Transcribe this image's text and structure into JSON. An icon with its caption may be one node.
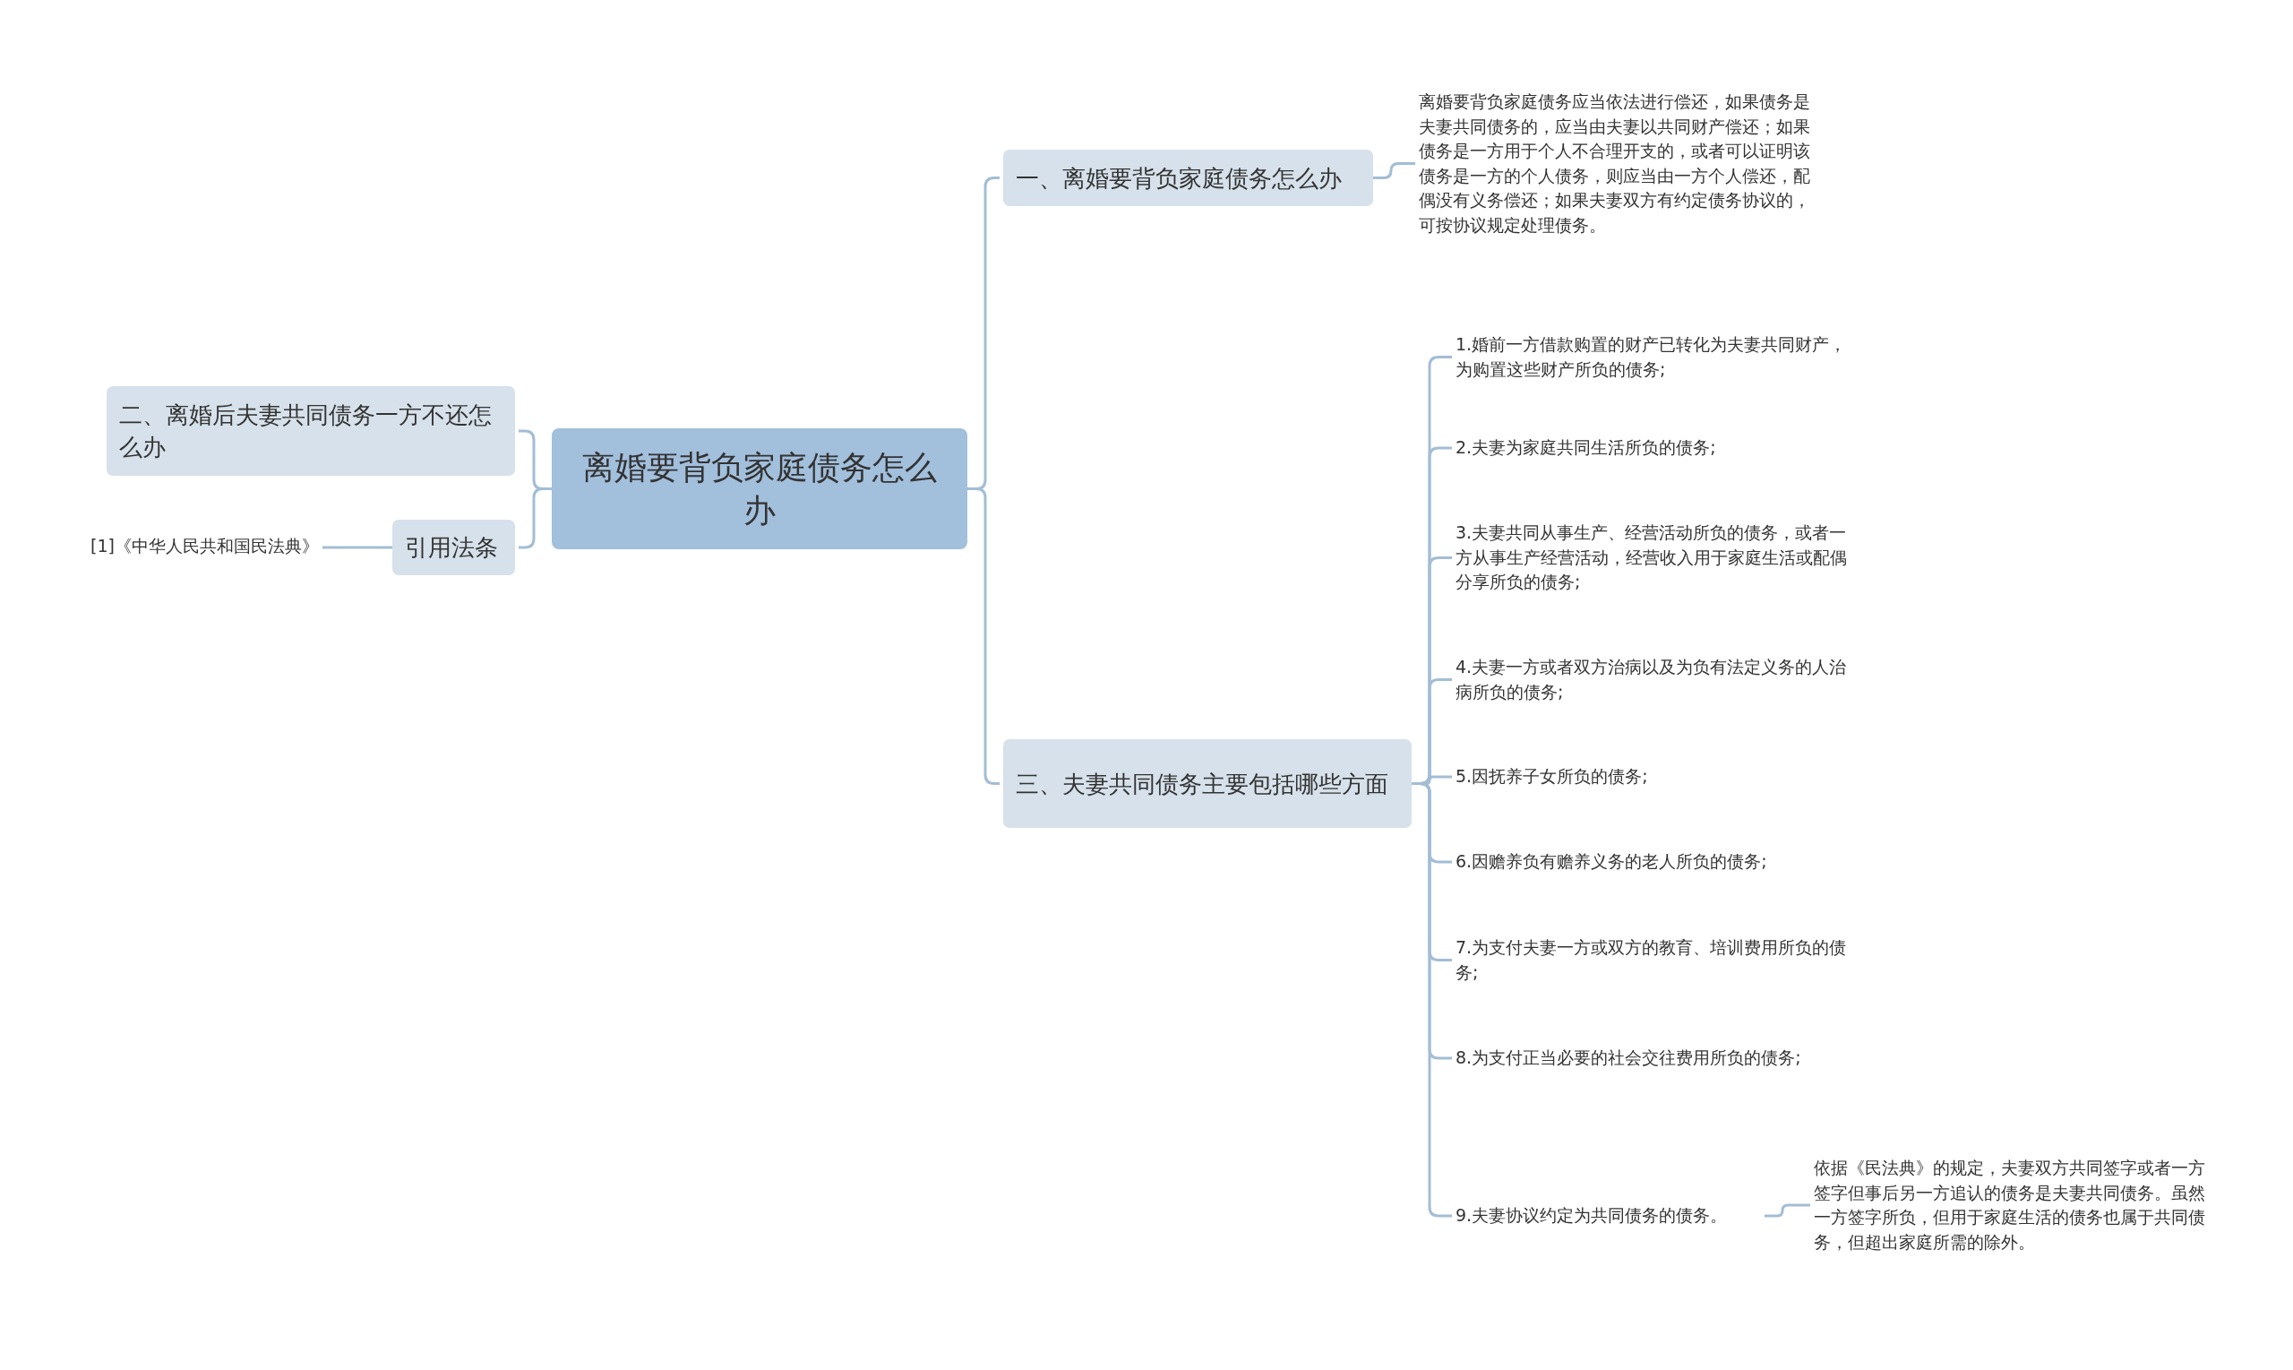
{
  "diagram": {
    "nodes": [
      {
        "text": [
          "离婚要背负家庭债务怎么办"
        ]
      },
      {
        "text": [
          "一、离婚要背负家庭债务怎么办"
        ]
      },
      {
        "text": [
          "离婚要背负家庭债务应当依法进行偿还，如果债务是夫妻共同债务的，应当由夫妻以共同财产偿还；如果债务是一方用于个人不合理开支的，或者可以证明该债务是一方的个人债务，则应当由一方个人偿还，配偶没有义务偿还；如果夫妻双方有约定债务协议的，可按协议规定处理债务。"
        ]
      },
      {
        "text": [
          "三、夫妻共同债务主要包括哪些方面"
        ]
      },
      {
        "text": [
          "1.婚前一方借款购置的财产已转化为夫妻共同财产，为购置这些财产所负的债务;"
        ]
      },
      {
        "text": [
          "2.夫妻为家庭共同生活所负的债务;"
        ]
      },
      {
        "text": [
          "3.夫妻共同从事生产、经营活动所负的债务，或者一方从事生产经营活动，经营收入用于家庭生活或配偶分享所负的债务;"
        ]
      },
      {
        "text": [
          "4.夫妻一方或者双方治病以及为负有法定义务的人治病所负的债务;"
        ]
      },
      {
        "text": [
          "5.因抚养子女所负的债务;"
        ]
      },
      {
        "text": [
          "6.因赡养负有赡养义务的老人所负的债务;"
        ]
      },
      {
        "text": [
          "7.为支付夫妻一方或双方的教育、培训费用所负的债务;"
        ]
      },
      {
        "text": [
          "8.为支付正当必要的社会交往费用所负的债务;"
        ]
      },
      {
        "text": [
          "9.夫妻协议约定为共同债务的债务。"
        ]
      },
      {
        "text": [
          "依据《民法典》的规定，夫妻双方共同签字或者一方签字但事后另一方追认的债务是夫妻共同债务。虽然一方签字所负，但用于家庭生活的债务也属于共同债务，但超出家庭所需的除外。"
        ]
      },
      {
        "text": [
          "二、离婚后夫妻共同债务一方不还怎么办"
        ]
      },
      {
        "text": [
          "引用法条"
        ]
      },
      {
        "text": [
          "[1]《中华人民共和国民法典》"
        ]
      }
    ],
    "edges": [
      {
        "from": 0,
        "to": 1,
        "arrow": "none"
      },
      {
        "from": 1,
        "to": 2,
        "arrow": "none"
      },
      {
        "from": 0,
        "to": 3,
        "arrow": "none"
      },
      {
        "from": 3,
        "to": 4,
        "arrow": "none"
      },
      {
        "from": 3,
        "to": 5,
        "arrow": "none"
      },
      {
        "from": 3,
        "to": 6,
        "arrow": "none"
      },
      {
        "from": 3,
        "to": 7,
        "arrow": "none"
      },
      {
        "from": 3,
        "to": 8,
        "arrow": "none"
      },
      {
        "from": 3,
        "to": 9,
        "arrow": "none"
      },
      {
        "from": 3,
        "to": 10,
        "arrow": "none"
      },
      {
        "from": 3,
        "to": 11,
        "arrow": "none"
      },
      {
        "from": 3,
        "to": 12,
        "arrow": "none"
      },
      {
        "from": 12,
        "to": 13,
        "arrow": "none"
      },
      {
        "from": 0,
        "to": 14,
        "arrow": "none"
      },
      {
        "from": 0,
        "to": 15,
        "arrow": "none"
      },
      {
        "from": 15,
        "to": 16,
        "arrow": "none"
      }
    ]
  }
}
